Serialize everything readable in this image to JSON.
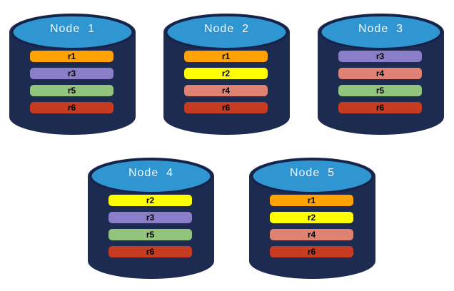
{
  "diagram": {
    "name": "replica-distribution-across-nodes",
    "colors": {
      "background": "#ffffff",
      "cylinder_body": "#1c2b4f",
      "cylinder_top_fill": "#3096d2",
      "cylinder_top_stroke": "#15234a",
      "node_title_color": "#f2f6fa",
      "replica_label_color": "#000000",
      "replicas": {
        "r1": "#ffa202",
        "r2": "#ffff00",
        "r3": "#8b7ec8",
        "r4": "#e08273",
        "r5": "#93c47d",
        "r6": "#c63c22"
      }
    },
    "nodes": [
      {
        "label": "Node  1",
        "replicas": [
          "r1",
          "r3",
          "r5",
          "r6"
        ]
      },
      {
        "label": "Node  2",
        "replicas": [
          "r1",
          "r2",
          "r4",
          "r6"
        ]
      },
      {
        "label": "Node  3",
        "replicas": [
          "r3",
          "r4",
          "r5",
          "r6"
        ]
      },
      {
        "label": "Node  4",
        "replicas": [
          "r2",
          "r3",
          "r5",
          "r6"
        ]
      },
      {
        "label": "Node  5",
        "replicas": [
          "r1",
          "r2",
          "r4",
          "r6"
        ]
      }
    ]
  }
}
